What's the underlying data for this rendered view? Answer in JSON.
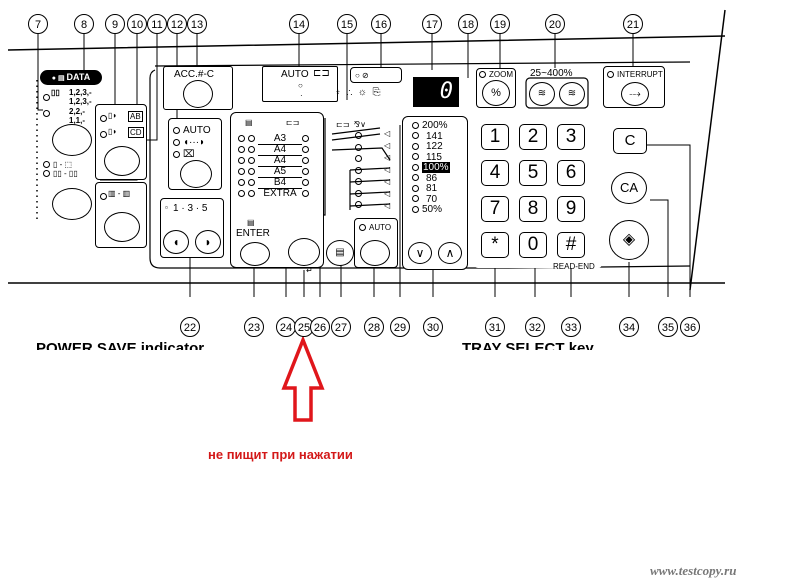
{
  "callouts": [
    "7",
    "8",
    "9",
    "10",
    "11",
    "12",
    "13",
    "14",
    "15",
    "16",
    "17",
    "18",
    "19",
    "20",
    "21",
    "22",
    "23",
    "24",
    "25",
    "26",
    "27",
    "28",
    "29",
    "30",
    "31",
    "32",
    "33",
    "34",
    "35",
    "36"
  ],
  "labels": {
    "data": "DATA",
    "acc": "ACC.#-C",
    "auto_top": "AUTO",
    "zoom": "ZOOM",
    "percent": "%",
    "range": "25~400%",
    "interrupt": "INTERRUPT",
    "display": "0",
    "auto_exposure": "AUTO",
    "ratio": "1 · 3 · 5",
    "enter": "ENTER",
    "auto_tray": "AUTO",
    "read_end": "READ-END",
    "c": "C",
    "ca": "CA",
    "sort1": "1,2,3,-",
    "sort2": "1,2,3,-",
    "sort3": "2,2,-",
    "sort4": "1,1,-",
    "ab": "AB",
    "cd": "CD",
    "dots": "···"
  },
  "paper_sizes": [
    "A3",
    "A4",
    "A4",
    "A5",
    "B4",
    "EXTRA"
  ],
  "zoom_ratios": [
    "200%",
    "141",
    "122",
    "115",
    "100%",
    "86",
    "81",
    "70",
    "50%"
  ],
  "keypad": [
    "1",
    "2",
    "3",
    "4",
    "5",
    "6",
    "7",
    "8",
    "9",
    "*",
    "0",
    "#"
  ],
  "cut_texts": {
    "left": "POWER SAVE indicator",
    "right": "TRAY SELECT key"
  },
  "note": "не пищит при нажатии",
  "watermark": "www.testcopy.ru",
  "colors": {
    "arrow": "#e0161b",
    "note": "#d31919"
  }
}
